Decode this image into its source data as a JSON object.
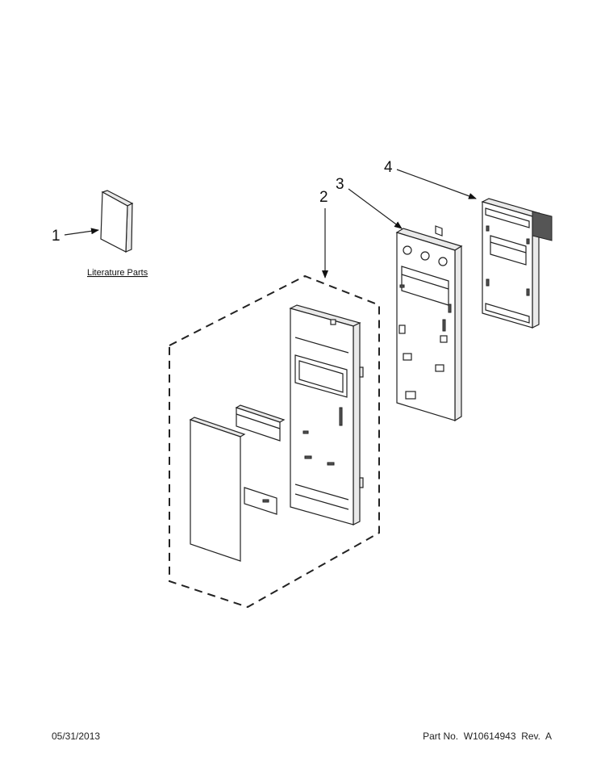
{
  "callouts": {
    "c1": "1",
    "c2": "2",
    "c3": "3",
    "c4": "4"
  },
  "literature_label": "Literature Parts",
  "footer": {
    "date": "05/31/2013",
    "part": "Part No.  W10614943  Rev.  A"
  }
}
